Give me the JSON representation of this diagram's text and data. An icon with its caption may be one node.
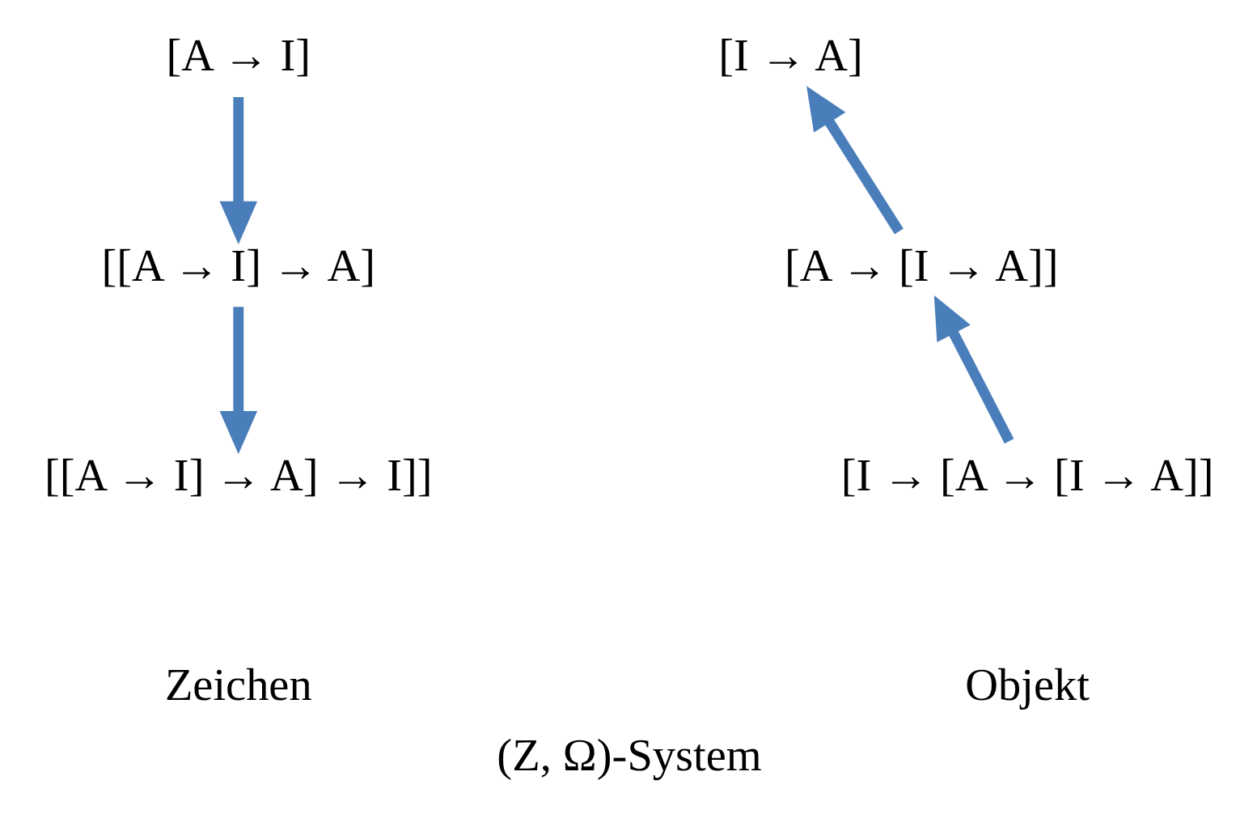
{
  "diagram": {
    "caption": "(Z, Ω)-System",
    "nodes": [
      {
        "text": [
          "[A → I]"
        ]
      },
      {
        "text": [
          "[[A → I] → A]"
        ]
      },
      {
        "text": [
          "[[A → I] → A] → I]]"
        ]
      },
      {
        "text": [
          "[I → A]"
        ]
      },
      {
        "text": [
          "[A → [I → A]]"
        ]
      },
      {
        "text": [
          "[I → [A → [I → A]]"
        ]
      }
    ],
    "edges": [
      {
        "from": 0,
        "to": 1,
        "arrow": "to"
      },
      {
        "from": 1,
        "to": 2,
        "arrow": "to"
      },
      {
        "from": 5,
        "to": 4,
        "arrow": "to"
      },
      {
        "from": 4,
        "to": 3,
        "arrow": "to"
      }
    ],
    "labels": [
      "Zeichen",
      "Objekt"
    ]
  }
}
